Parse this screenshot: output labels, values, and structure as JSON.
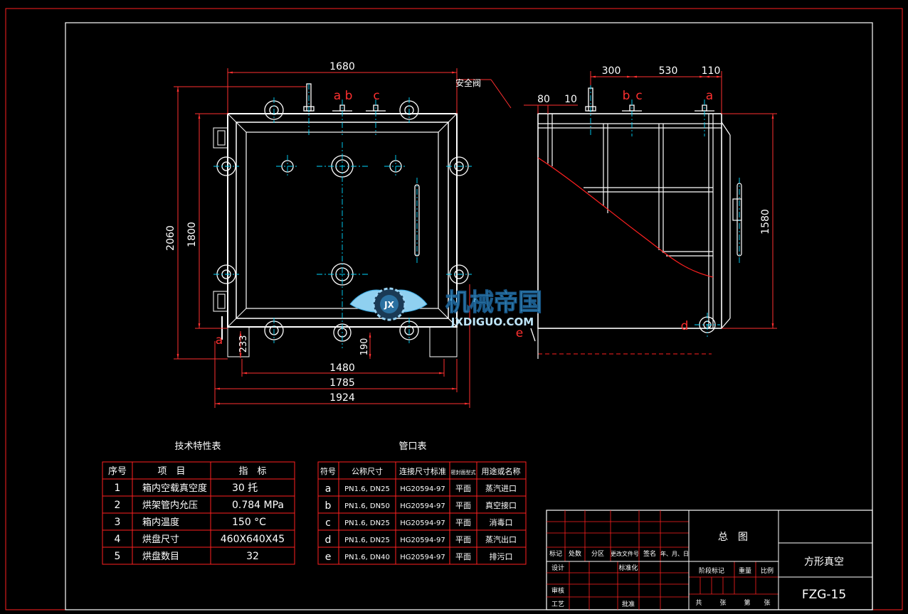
{
  "colors": {
    "background": "#000000",
    "outline": "#ffffff",
    "dimension": "#ff2020",
    "centerline": "#00d8ff",
    "watermark": "#3aa8e0"
  },
  "front_view": {
    "dims": {
      "width_top": "1680",
      "height_outer": "2060",
      "height_inner": "1800",
      "d_233": "233",
      "d_190": "190",
      "w_1480": "1480",
      "w_1785": "1785",
      "w_1924": "1924"
    },
    "port_labels": {
      "a": "a",
      "b": "b",
      "c": "c",
      "a_bottom": "a",
      "e_bottom": "e"
    },
    "safety_valve": "安全阀"
  },
  "side_view": {
    "dims": {
      "d300": "300",
      "d530": "530",
      "d110": "110",
      "d80": "80",
      "d10": "10",
      "h1580": "1580"
    },
    "port_labels": {
      "b": "b",
      "c": "c",
      "a": "a",
      "d": "d"
    }
  },
  "watermark": {
    "name": "机械帝国",
    "domain": "JXDIGUO.COM",
    "badge": "JX"
  },
  "tech_table": {
    "title": "技术特性表",
    "headers": [
      "序号",
      "项　目",
      "指　标"
    ],
    "rows": [
      [
        "1",
        "箱内空载真空度",
        "30 托"
      ],
      [
        "2",
        "烘架管内允压",
        "0.784 MPa"
      ],
      [
        "3",
        "箱内温度",
        "150 °C"
      ],
      [
        "4",
        "烘盘尺寸",
        "460X640X45"
      ],
      [
        "5",
        "烘盘数目",
        "32"
      ]
    ]
  },
  "port_table": {
    "title": "管口表",
    "headers": [
      "符号",
      "公称尺寸",
      "连接尺寸标准",
      "密封面型式",
      "用途或名称"
    ],
    "rows": [
      [
        "a",
        "PN1.6, DN25",
        "HG20594-97",
        "平面",
        "蒸汽进口"
      ],
      [
        "b",
        "PN1.6, DN50",
        "HG20594-97",
        "平面",
        "真空接口"
      ],
      [
        "c",
        "PN1.6, DN25",
        "HG20594-97",
        "平面",
        "消毒口"
      ],
      [
        "d",
        "PN1.6, DN25",
        "HG20594-97",
        "平面",
        "蒸汽出口"
      ],
      [
        "e",
        "PN1.6, DN40",
        "HG20594-97",
        "平面",
        "排污口"
      ]
    ]
  },
  "title_block": {
    "drawing_title": "总　图",
    "product_name": "方形真空",
    "drawing_number": "FZG-15",
    "row_labels": [
      "标记",
      "处数",
      "分区",
      "更改文件号",
      "签名",
      "年、月、日"
    ],
    "design": "设计",
    "standardization": "标准化",
    "stage_labels": [
      "阶段标记",
      "重量",
      "比例"
    ],
    "review": "审核",
    "process": "工艺",
    "approve": "批准",
    "sheets_total": "共",
    "sheets_label": "张",
    "sheet_no": "第",
    "sheet_label": "张"
  }
}
